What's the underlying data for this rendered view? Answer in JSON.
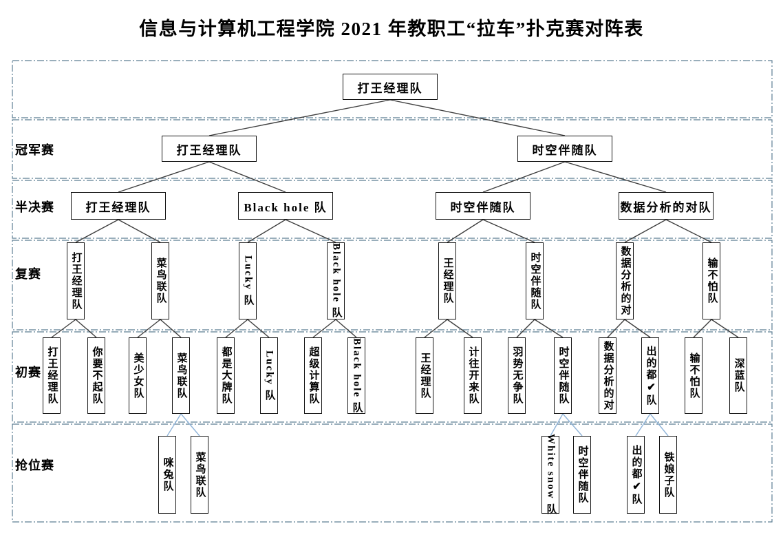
{
  "title": "信息与计算机工程学院 2021 年教职工“拉车”扑克赛对阵表",
  "colors": {
    "row_border": "#5c7d92",
    "match_line": "#3f3f3f",
    "qualifier_line": "#8fb4d9",
    "box_border": "#141414",
    "text": "#000000"
  },
  "bracket": {
    "champion": {
      "team": "打王经理队"
    },
    "rounds": [
      {
        "label": "冠军赛",
        "teams": [
          "打王经理队",
          "时空伴随队"
        ]
      },
      {
        "label": "半决赛",
        "teams": [
          "打王经理队",
          "Black hole 队",
          "时空伴随队",
          "数据分析的对队"
        ]
      },
      {
        "label": "复赛",
        "teams": [
          "打王经理队",
          "菜鸟联队",
          "Lucky 队",
          "Black hole 队",
          "王经理队",
          "时空伴随队",
          "数据分析的对",
          "输不怕队"
        ]
      },
      {
        "label": "初赛",
        "teams": [
          "打王经理队",
          "你要不起队",
          "美少女队",
          "菜鸟联队",
          "都是大牌队",
          "Lucky 队",
          "超级计算队",
          "Black hole 队",
          "王经理队",
          "计往开来队",
          "羽势无争队",
          "时空伴随队",
          "数据分析的对",
          "出的都✔队",
          "输不怕队",
          "深蓝队"
        ]
      },
      {
        "label": "抢位赛",
        "teams": [
          "咪兔队",
          "菜鸟联队",
          "White snow 队",
          "时空伴随队",
          "出的都✔队",
          "铁娘子队"
        ]
      }
    ],
    "qualifier_parents": [
      3,
      3,
      11,
      11,
      13,
      13
    ]
  }
}
